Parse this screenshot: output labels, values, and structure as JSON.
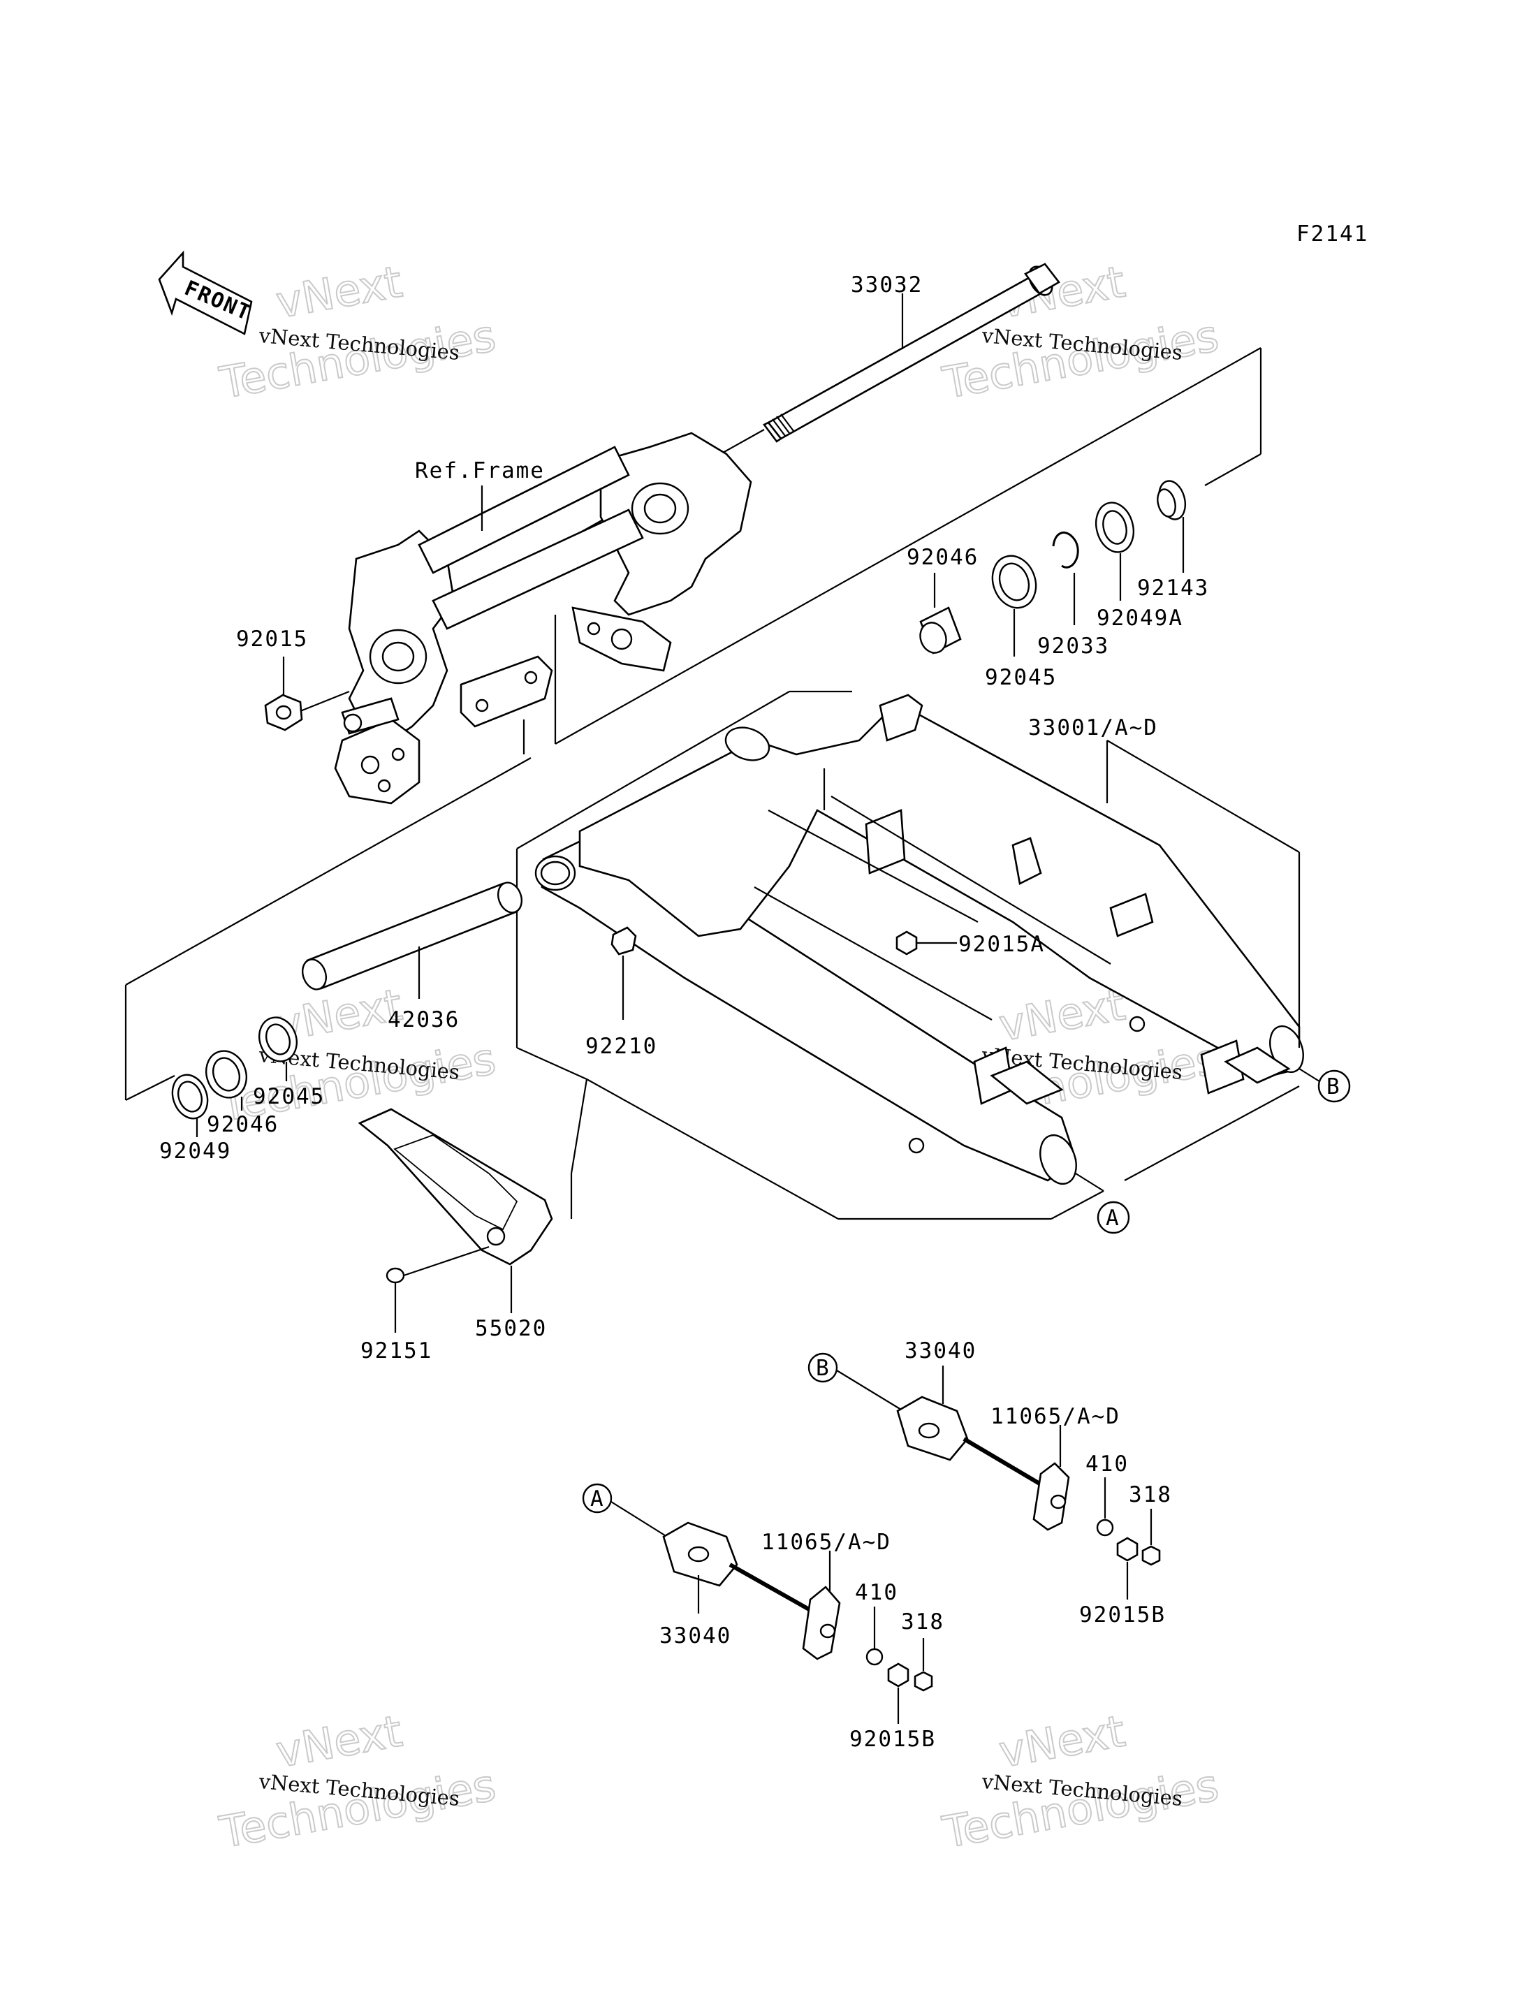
{
  "diagram": {
    "figure_code": "F2141",
    "front_label": "FRONT",
    "ref_frame_label": "Ref.Frame",
    "labels": {
      "p33032": "33032",
      "p92143": "92143",
      "p92049A": "92049A",
      "p92033": "92033",
      "p92046_top": "92046",
      "p92045_top": "92045",
      "p92015": "92015",
      "p33001": "33001/A~D",
      "p92015A": "92015A",
      "p92210": "92210",
      "p42036": "42036",
      "p92045_left": "92045",
      "p92046_left": "92046",
      "p92049": "92049",
      "p55020": "55020",
      "p92151": "92151",
      "p33040_right": "33040",
      "p11065_right": "11065/A~D",
      "p410_right": "410",
      "p318_right": "318",
      "p92015B_right": "92015B",
      "p33040_left": "33040",
      "p11065_left": "11065/A~D",
      "p410_left": "410",
      "p318_left": "318",
      "p92015B_left": "92015B"
    },
    "callouts": {
      "a_swingarm": "A",
      "b_swingarm": "B",
      "a_adjuster": "A",
      "b_adjuster": "B"
    },
    "watermark": {
      "brand_line1": "vNext",
      "brand_line2": "Technologies",
      "caption": "vNext Technologies"
    }
  }
}
